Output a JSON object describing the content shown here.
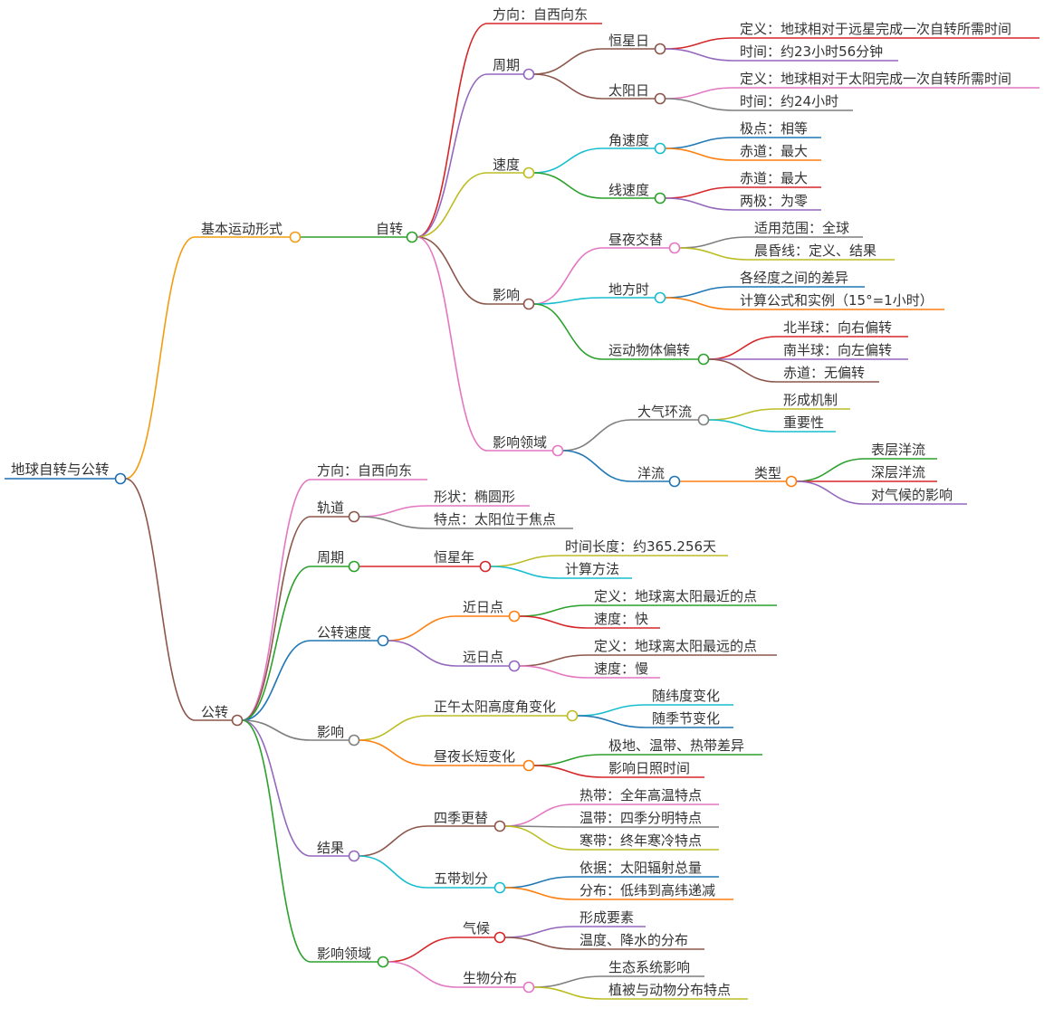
{
  "root": {
    "label": "地球自转与公转",
    "color": "#1f6fb2",
    "children": [
      {
        "label": "基本运动形式",
        "color": "#f39c12",
        "children": [
          {
            "label": "自转",
            "color": "#2ca02c",
            "children": [
              {
                "label": "方向：自西向东",
                "color": "#d62728"
              },
              {
                "label": "周期",
                "color": "#9467bd",
                "children": [
                  {
                    "label": "恒星日",
                    "color": "#8c564b",
                    "children": [
                      {
                        "label": "定义：地球相对于远星完成一次自转所需时间",
                        "color": "#d62728"
                      },
                      {
                        "label": "时间：约23小时56分钟",
                        "color": "#9467bd"
                      }
                    ]
                  },
                  {
                    "label": "太阳日",
                    "color": "#8c564b",
                    "children": [
                      {
                        "label": "定义：地球相对于太阳完成一次自转所需时间",
                        "color": "#e377c2"
                      },
                      {
                        "label": "时间：约24小时",
                        "color": "#7f7f7f"
                      }
                    ]
                  }
                ]
              },
              {
                "label": "速度",
                "color": "#bcbd22",
                "children": [
                  {
                    "label": "角速度",
                    "color": "#17becf",
                    "children": [
                      {
                        "label": "极点：相等",
                        "color": "#1f77b4"
                      },
                      {
                        "label": "赤道：最大",
                        "color": "#ff7f0e"
                      }
                    ]
                  },
                  {
                    "label": "线速度",
                    "color": "#2ca02c",
                    "children": [
                      {
                        "label": "赤道：最大",
                        "color": "#d62728"
                      },
                      {
                        "label": "两极：为零",
                        "color": "#9467bd"
                      }
                    ]
                  }
                ]
              },
              {
                "label": "影响",
                "color": "#8c564b",
                "children": [
                  {
                    "label": "昼夜交替",
                    "color": "#e377c2",
                    "children": [
                      {
                        "label": "适用范围：全球",
                        "color": "#7f7f7f"
                      },
                      {
                        "label": "晨昏线：定义、结果",
                        "color": "#bcbd22"
                      }
                    ]
                  },
                  {
                    "label": "地方时",
                    "color": "#17becf",
                    "children": [
                      {
                        "label": "各经度之间的差异",
                        "color": "#1f77b4"
                      },
                      {
                        "label": "计算公式和实例（15°=1小时）",
                        "color": "#ff7f0e"
                      }
                    ]
                  },
                  {
                    "label": "运动物体偏转",
                    "color": "#2ca02c",
                    "children": [
                      {
                        "label": "北半球：向右偏转",
                        "color": "#d62728"
                      },
                      {
                        "label": "南半球：向左偏转",
                        "color": "#9467bd"
                      },
                      {
                        "label": "赤道：无偏转",
                        "color": "#8c564b"
                      }
                    ]
                  }
                ]
              },
              {
                "label": "影响领域",
                "color": "#e377c2",
                "children": [
                  {
                    "label": "大气环流",
                    "color": "#7f7f7f",
                    "children": [
                      {
                        "label": "形成机制",
                        "color": "#bcbd22"
                      },
                      {
                        "label": "重要性",
                        "color": "#17becf"
                      }
                    ]
                  },
                  {
                    "label": "洋流",
                    "color": "#1f77b4",
                    "children": [
                      {
                        "label": "类型",
                        "color": "#ff7f0e",
                        "children": [
                          {
                            "label": "表层洋流",
                            "color": "#2ca02c"
                          },
                          {
                            "label": "深层洋流",
                            "color": "#d62728"
                          },
                          {
                            "label": "对气候的影响",
                            "color": "#9467bd"
                          }
                        ]
                      }
                    ]
                  }
                ]
              }
            ]
          }
        ]
      },
      {
        "label": "公转",
        "color": "#8c564b",
        "children": [
          {
            "label": "方向：自西向东",
            "color": "#e377c2"
          },
          {
            "label": "轨道",
            "color": "#8c564b",
            "children": [
              {
                "label": "形状：椭圆形",
                "color": "#e377c2"
              },
              {
                "label": "特点：太阳位于焦点",
                "color": "#7f7f7f"
              }
            ]
          },
          {
            "label": "周期",
            "color": "#2ca02c",
            "children": [
              {
                "label": "恒星年",
                "color": "#d62728",
                "children": [
                  {
                    "label": "时间长度：约365.256天",
                    "color": "#bcbd22"
                  },
                  {
                    "label": "计算方法",
                    "color": "#17becf"
                  }
                ]
              }
            ]
          },
          {
            "label": "公转速度",
            "color": "#1f77b4",
            "children": [
              {
                "label": "近日点",
                "color": "#ff7f0e",
                "children": [
                  {
                    "label": "定义：地球离太阳最近的点",
                    "color": "#2ca02c"
                  },
                  {
                    "label": "速度：快",
                    "color": "#d62728"
                  }
                ]
              },
              {
                "label": "远日点",
                "color": "#9467bd",
                "children": [
                  {
                    "label": "定义：地球离太阳最远的点",
                    "color": "#8c564b"
                  },
                  {
                    "label": "速度：慢",
                    "color": "#e377c2"
                  }
                ]
              }
            ]
          },
          {
            "label": "影响",
            "color": "#7f7f7f",
            "children": [
              {
                "label": "正午太阳高度角变化",
                "color": "#bcbd22",
                "children": [
                  {
                    "label": "随纬度变化",
                    "color": "#17becf"
                  },
                  {
                    "label": "随季节变化",
                    "color": "#1f77b4"
                  }
                ]
              },
              {
                "label": "昼夜长短变化",
                "color": "#ff7f0e",
                "children": [
                  {
                    "label": "极地、温带、热带差异",
                    "color": "#2ca02c"
                  },
                  {
                    "label": "影响日照时间",
                    "color": "#d62728"
                  }
                ]
              }
            ]
          },
          {
            "label": "结果",
            "color": "#9467bd",
            "children": [
              {
                "label": "四季更替",
                "color": "#8c564b",
                "children": [
                  {
                    "label": "热带：全年高温特点",
                    "color": "#e377c2"
                  },
                  {
                    "label": "温带：四季分明特点",
                    "color": "#7f7f7f"
                  },
                  {
                    "label": "寒带：终年寒冷特点",
                    "color": "#bcbd22"
                  }
                ]
              },
              {
                "label": "五带划分",
                "color": "#17becf",
                "children": [
                  {
                    "label": "依据：太阳辐射总量",
                    "color": "#1f77b4"
                  },
                  {
                    "label": "分布：低纬到高纬递减",
                    "color": "#ff7f0e"
                  }
                ]
              }
            ]
          },
          {
            "label": "影响领域",
            "color": "#2ca02c",
            "children": [
              {
                "label": "气候",
                "color": "#d62728",
                "children": [
                  {
                    "label": "形成要素",
                    "color": "#9467bd"
                  },
                  {
                    "label": "温度、降水的分布",
                    "color": "#8c564b"
                  }
                ]
              },
              {
                "label": "生物分布",
                "color": "#e377c2",
                "children": [
                  {
                    "label": "生态系统影响",
                    "color": "#7f7f7f"
                  },
                  {
                    "label": "植被与动物分布特点",
                    "color": "#bcbd22"
                  }
                ]
              }
            ]
          }
        ]
      }
    ]
  }
}
